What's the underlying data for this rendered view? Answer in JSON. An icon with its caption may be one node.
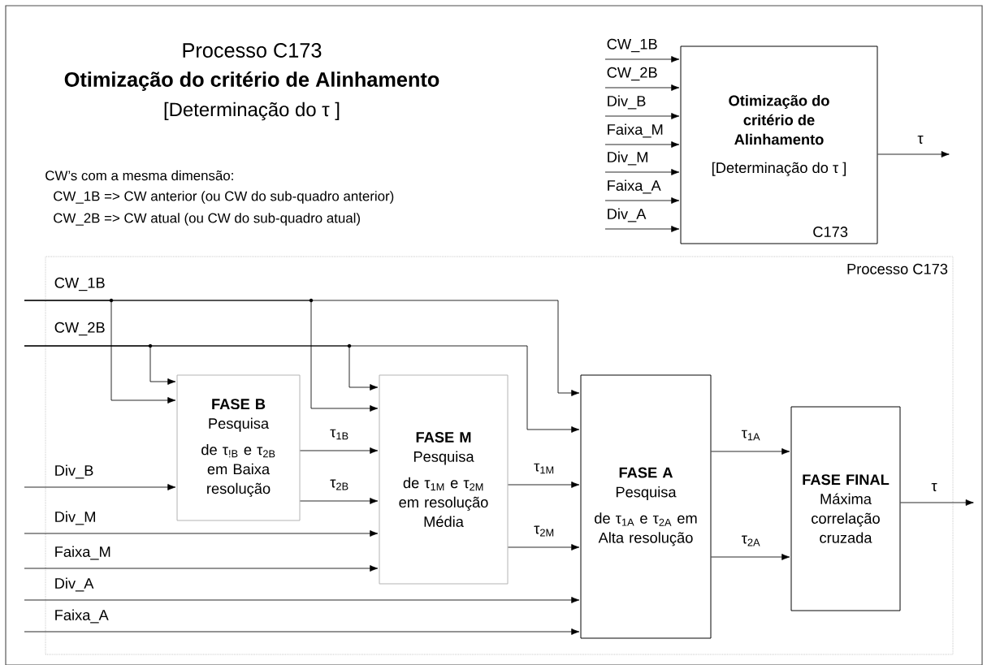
{
  "diagram": {
    "title": "Otimização do critério de Alinhamento",
    "nodes": [
      {
        "text": [
          "Otimização do critério de Alinhamento",
          "[Determinação do τ ]",
          "C173"
        ]
      },
      {
        "text": [
          "Processo C173"
        ]
      },
      {
        "text": [
          "FASE B",
          "Pesquisa",
          "de τ$_{!B}$ e τ$_{2B}$ em Baixa resolução"
        ],
        "in": 1
      },
      {
        "text": [
          "FASE M",
          "Pesquisa",
          "de τ$_{1M}$ e τ$_{2M}$ em resolução Média"
        ],
        "in": 1
      },
      {
        "text": [
          "FASE A",
          "Pesquisa",
          "de τ$_{1A}$ e τ$_{2A}$ em Alta resolução"
        ],
        "in": 1
      },
      {
        "text": [
          "FASE FINAL",
          "Máxima correlação cruzada"
        ],
        "in": 1
      }
    ],
    "edges": [
      {
        "from": null,
        "to": 0,
        "arrow": "to",
        "label": "CW_1B"
      },
      {
        "from": null,
        "to": 0,
        "arrow": "to",
        "label": "CW_2B"
      },
      {
        "from": null,
        "to": 0,
        "arrow": "to",
        "label": "Div_B"
      },
      {
        "from": null,
        "to": 0,
        "arrow": "to",
        "label": "Faixa_M"
      },
      {
        "from": null,
        "to": 0,
        "arrow": "to",
        "label": "Div_M"
      },
      {
        "from": null,
        "to": 0,
        "arrow": "to",
        "label": "Faixa_A"
      },
      {
        "from": null,
        "to": 0,
        "arrow": "to",
        "label": "Div_A"
      },
      {
        "from": 0,
        "to": null,
        "arrow": "to",
        "label": "τ"
      },
      {
        "from": null,
        "to": 2,
        "arrow": "to",
        "label": "CW_1B"
      },
      {
        "from": null,
        "to": 3,
        "arrow": "to"
      },
      {
        "from": null,
        "to": 4,
        "arrow": "to"
      },
      {
        "from": null,
        "to": 2,
        "arrow": "to",
        "label": "CW_2B"
      },
      {
        "from": null,
        "to": 3,
        "arrow": "to"
      },
      {
        "from": null,
        "to": 4,
        "arrow": "to"
      },
      {
        "from": null,
        "to": 2,
        "arrow": "to",
        "label": "Div_B"
      },
      {
        "from": null,
        "to": 3,
        "arrow": "to",
        "label": "Div_M"
      },
      {
        "from": null,
        "to": 3,
        "arrow": "to",
        "label": "Faixa_M"
      },
      {
        "from": null,
        "to": 4,
        "arrow": "to",
        "label": "Div_A"
      },
      {
        "from": null,
        "to": 4,
        "arrow": "to",
        "label": "Faixa_A"
      },
      {
        "from": 2,
        "to": 3,
        "arrow": "to",
        "label": "τ$_{1B}$"
      },
      {
        "from": 2,
        "to": 3,
        "arrow": "to",
        "label": "τ$_{2B}$"
      },
      {
        "from": 3,
        "to": 4,
        "arrow": "to",
        "label": "τ$_{1M}$"
      },
      {
        "from": 3,
        "to": 4,
        "arrow": "to",
        "label": "τ$_{2M}$"
      },
      {
        "from": 4,
        "to": 5,
        "arrow": "to",
        "label": "τ$_{1A}$"
      },
      {
        "from": 4,
        "to": 5,
        "arrow": "to",
        "label": "τ$_{2A}$"
      },
      {
        "from": 5,
        "to": null,
        "arrow": "to",
        "label": "τ"
      }
    ],
    "labels": [
      "Processo C173",
      "[Determinação do τ ]",
      "CW’s com a mesma dimensão:",
      "CW_1B => CW anterior (ou CW do sub-quadro anterior)",
      "CW_2B => CW atual (ou CW do sub-quadro atual)"
    ]
  }
}
